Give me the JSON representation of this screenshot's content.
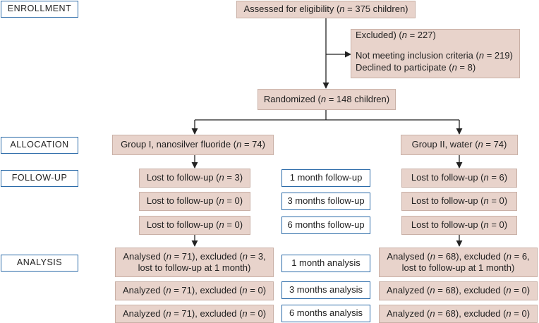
{
  "stages": {
    "enrollment": "ENROLLMENT",
    "allocation": "ALLOCATION",
    "follow_up": "FOLLOW-UP",
    "analysis": "ANALYSIS"
  },
  "n": "n",
  "eligibility": {
    "pre": "Assessed for eligibility (",
    "post": " = 375 children)"
  },
  "excluded": {
    "line1": {
      "pre": "Excluded) (",
      "post": " = 227)"
    },
    "line2": {
      "pre": "Not meeting inclusion criteria (",
      "post": " = 219)"
    },
    "line3": {
      "pre": "Declined to participate (",
      "post": " = 8)"
    }
  },
  "randomized": {
    "pre": "Randomized (",
    "post": " = 148 children)"
  },
  "group1": {
    "pre": "Group I, nanosilver fluoride (",
    "post": " = 74)"
  },
  "group2": {
    "pre": "Group II, water (",
    "post": " = 74)"
  },
  "lost": {
    "g1_1": {
      "pre": "Lost to follow-up (",
      "post": " = 3)"
    },
    "g1_3": {
      "pre": "Lost to follow-up (",
      "post": " = 0)"
    },
    "g1_6": {
      "pre": "Lost to follow-up (",
      "post": " = 0)"
    },
    "g2_1": {
      "pre": "Lost to follow-up (",
      "post": " = 6)"
    },
    "g2_3": {
      "pre": "Lost to follow-up (",
      "post": " = 0)"
    },
    "g2_6": {
      "pre": "Lost to follow-up (",
      "post": " = 0)"
    }
  },
  "followup_labels": [
    "1 month follow-up",
    "3 months follow-up",
    "6 months follow-up"
  ],
  "analysis_labels": [
    "1 month analysis",
    "3 months analysis",
    "6 months analysis"
  ],
  "analysis": {
    "g1_1": {
      "a": "Analysed (",
      "b": " = 71), excluded (",
      "c": " = 3,",
      "line2": "lost to follow-up at 1 month)"
    },
    "g1_3": {
      "a": "Analyzed (",
      "b": " = 71), excluded (",
      "c": " = 0)"
    },
    "g1_6": {
      "a": "Analyzed (",
      "b": " = 71), excluded (",
      "c": " = 0)"
    },
    "g2_1": {
      "a": "Analysed (",
      "b": " = 68), excluded (",
      "c": " = 6,",
      "line2": "lost to follow-up at 1 month)"
    },
    "g2_3": {
      "a": "Analyzed (",
      "b": " = 68), excluded (",
      "c": " = 0)"
    },
    "g2_6": {
      "a": "Analyzed (",
      "b": " = 68), excluded (",
      "c": " = 0)"
    }
  },
  "colors": {
    "fill": "#e8d3cb",
    "fill_border": "#c9b0a6",
    "stage_border": "#2a6aa8",
    "arrow": "#222222"
  }
}
